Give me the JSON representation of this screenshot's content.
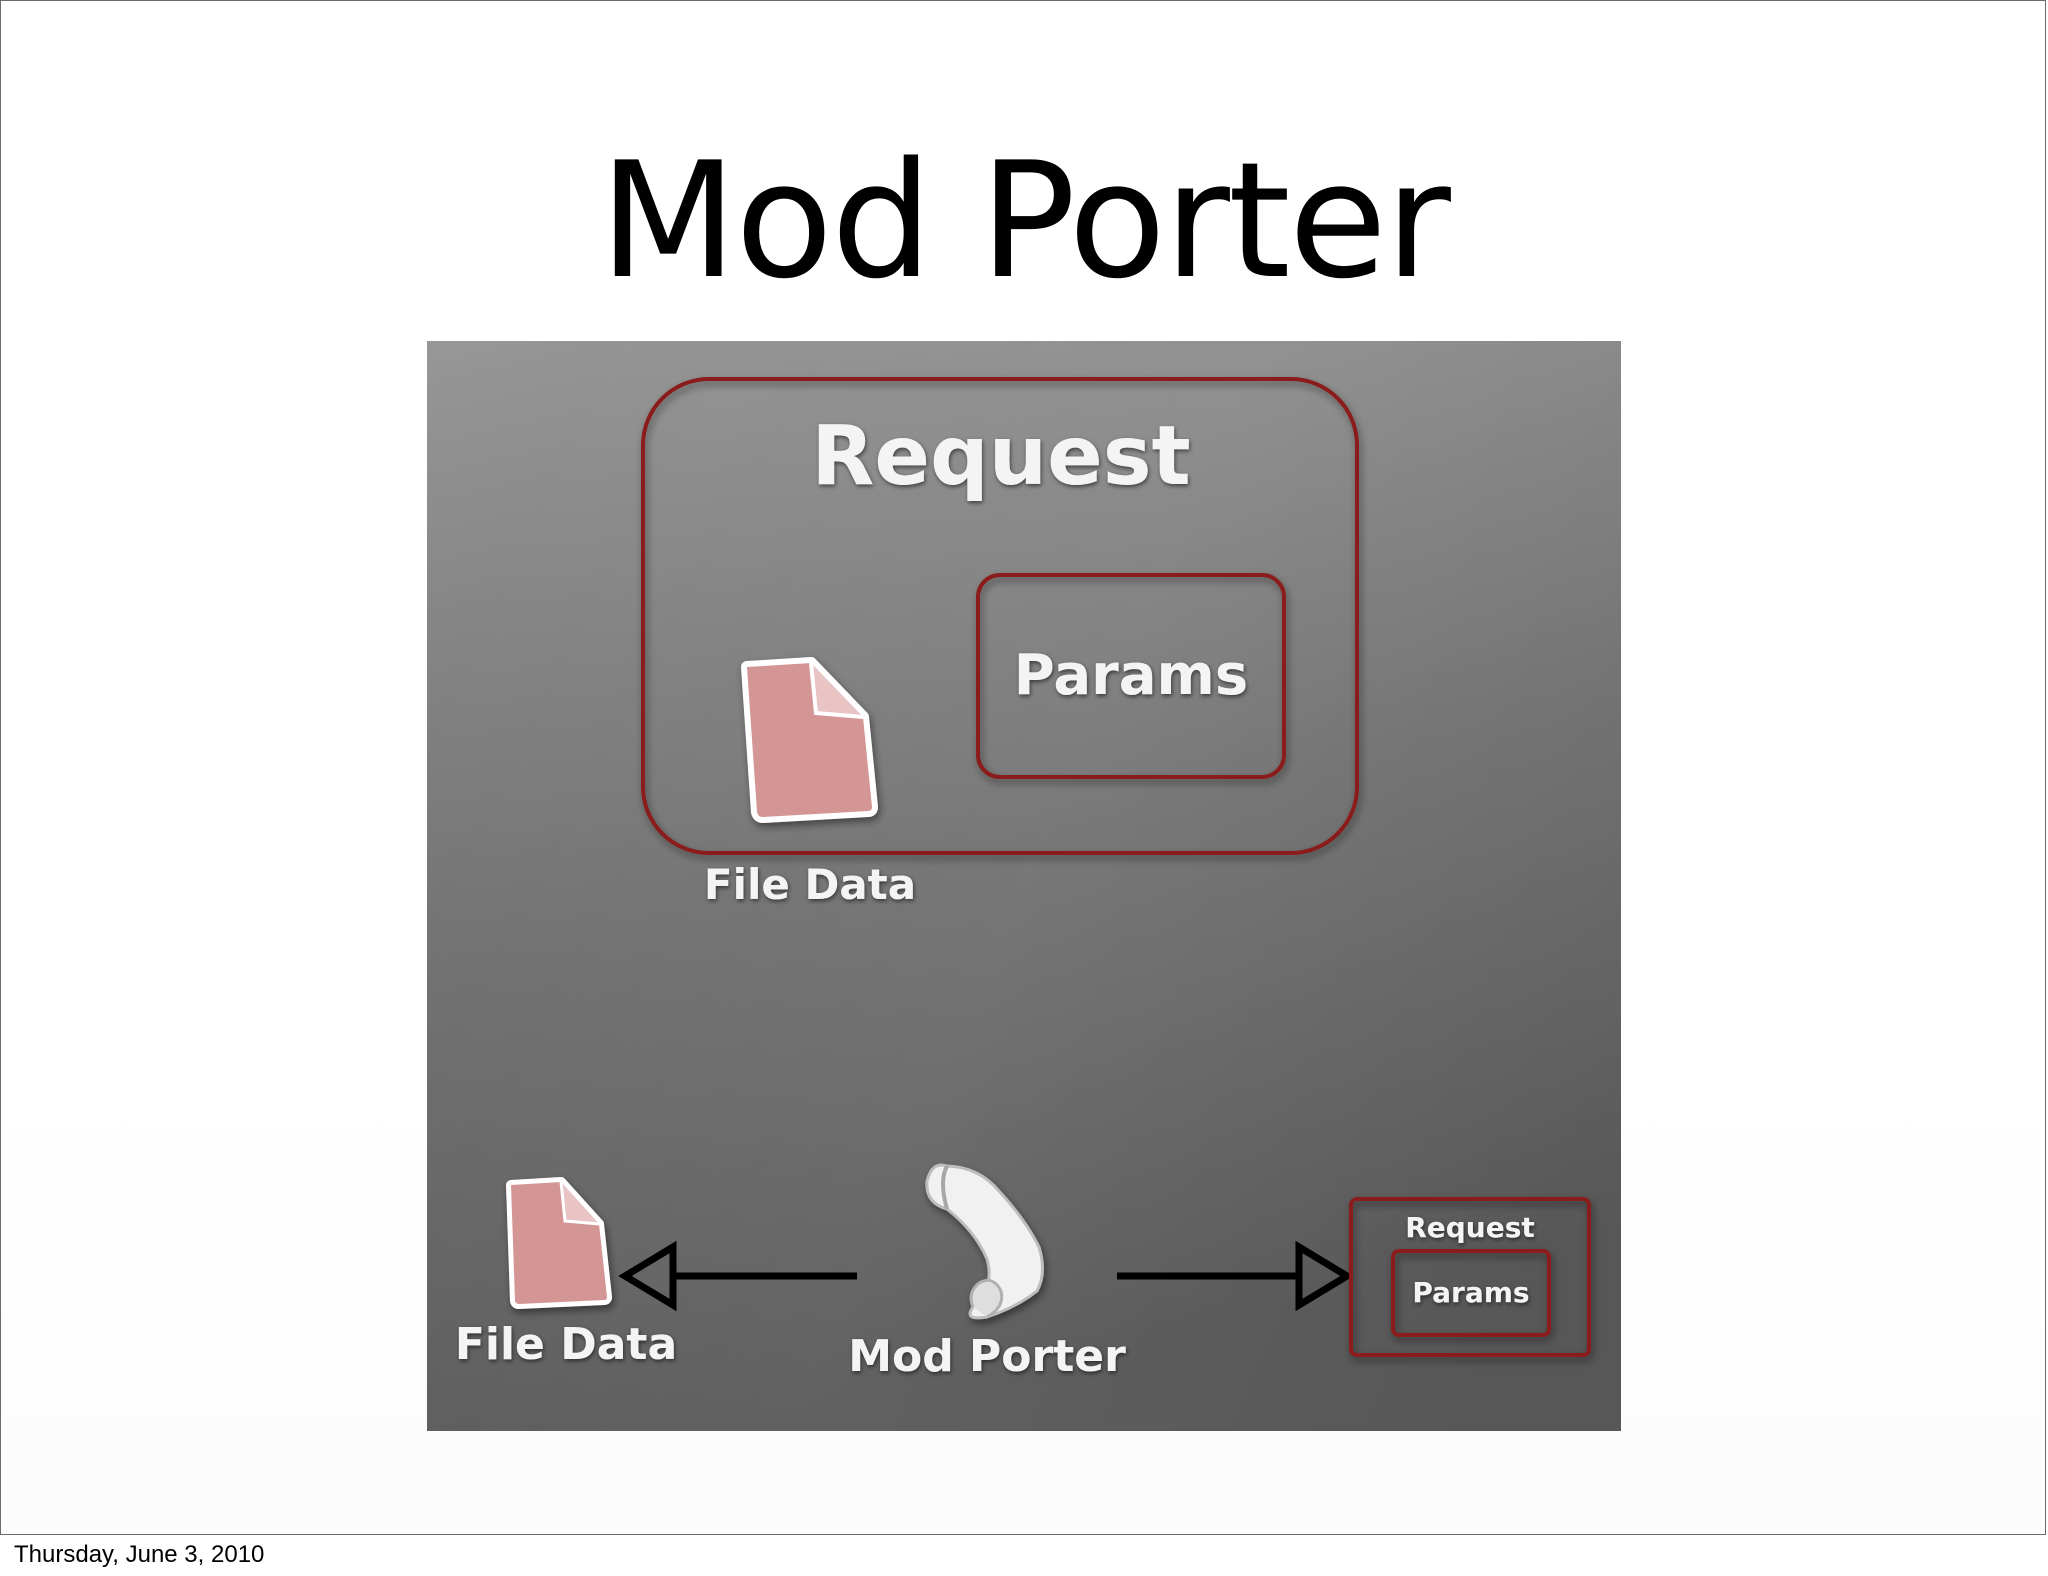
{
  "slide": {
    "title": "Mod Porter",
    "footer_date": "Thursday, June 3, 2010"
  },
  "diagram": {
    "request_box": {
      "title": "Request",
      "params_label": "Params",
      "file_label": "File Data"
    },
    "bottom": {
      "file_label": "File Data",
      "script_label": "Mod Porter",
      "request_title": "Request",
      "params_label": "Params"
    }
  },
  "colors": {
    "background_top": "#979797",
    "background_bottom": "#585858",
    "box_border": "#8b1a1a",
    "document_fill": "#d49595",
    "label_text": "#f4f4f4",
    "arrow": "#000000"
  },
  "icons": {
    "file": "document-icon",
    "script": "script-scroll-icon",
    "arrow_left": "hollow-arrow-left",
    "arrow_right": "hollow-arrow-right"
  }
}
